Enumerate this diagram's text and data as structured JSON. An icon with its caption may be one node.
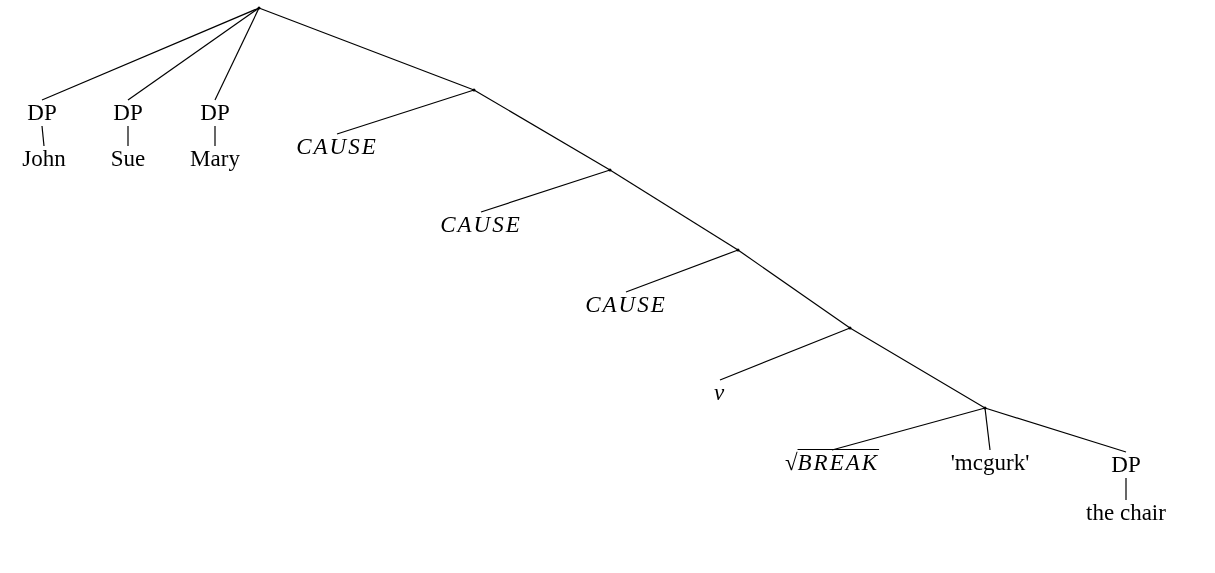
{
  "diagram": {
    "nodes": [
      {
        "text": [],
        "shape": "point"
      },
      {
        "text": [
          "DP"
        ]
      },
      {
        "text": [
          "DP"
        ]
      },
      {
        "text": [
          "DP"
        ]
      },
      {
        "text": [],
        "shape": "point"
      },
      {
        "text": [
          "John"
        ]
      },
      {
        "text": [
          "Sue"
        ]
      },
      {
        "text": [
          "Mary"
        ]
      },
      {
        "text": [
          "CAUSE"
        ]
      },
      {
        "text": [],
        "shape": "point"
      },
      {
        "text": [
          "CAUSE"
        ]
      },
      {
        "text": [],
        "shape": "point"
      },
      {
        "text": [
          "CAUSE"
        ]
      },
      {
        "text": [],
        "shape": "point"
      },
      {
        "text": [
          "v"
        ]
      },
      {
        "text": [],
        "shape": "point"
      },
      {
        "text": [
          "√*BREAK*"
        ]
      },
      {
        "text": [
          "'mcgurk'"
        ]
      },
      {
        "text": [
          "DP"
        ]
      },
      {
        "text": [
          "the chair"
        ]
      }
    ],
    "edges": [
      {
        "from": 0,
        "to": 1,
        "arrow": "none"
      },
      {
        "from": 0,
        "to": 2,
        "arrow": "none"
      },
      {
        "from": 0,
        "to": 3,
        "arrow": "none"
      },
      {
        "from": 0,
        "to": 4,
        "arrow": "none"
      },
      {
        "from": 1,
        "to": 5,
        "arrow": "none"
      },
      {
        "from": 2,
        "to": 6,
        "arrow": "none"
      },
      {
        "from": 3,
        "to": 7,
        "arrow": "none"
      },
      {
        "from": 4,
        "to": 8,
        "arrow": "none"
      },
      {
        "from": 4,
        "to": 9,
        "arrow": "none"
      },
      {
        "from": 9,
        "to": 10,
        "arrow": "none"
      },
      {
        "from": 9,
        "to": 11,
        "arrow": "none"
      },
      {
        "from": 11,
        "to": 12,
        "arrow": "none"
      },
      {
        "from": 11,
        "to": 13,
        "arrow": "none"
      },
      {
        "from": 13,
        "to": 14,
        "arrow": "none"
      },
      {
        "from": 13,
        "to": 15,
        "arrow": "none"
      },
      {
        "from": 15,
        "to": 16,
        "arrow": "none"
      },
      {
        "from": 15,
        "to": 17,
        "arrow": "none"
      },
      {
        "from": 15,
        "to": 18,
        "arrow": "none"
      },
      {
        "from": 18,
        "to": 19,
        "arrow": "none"
      }
    ]
  }
}
